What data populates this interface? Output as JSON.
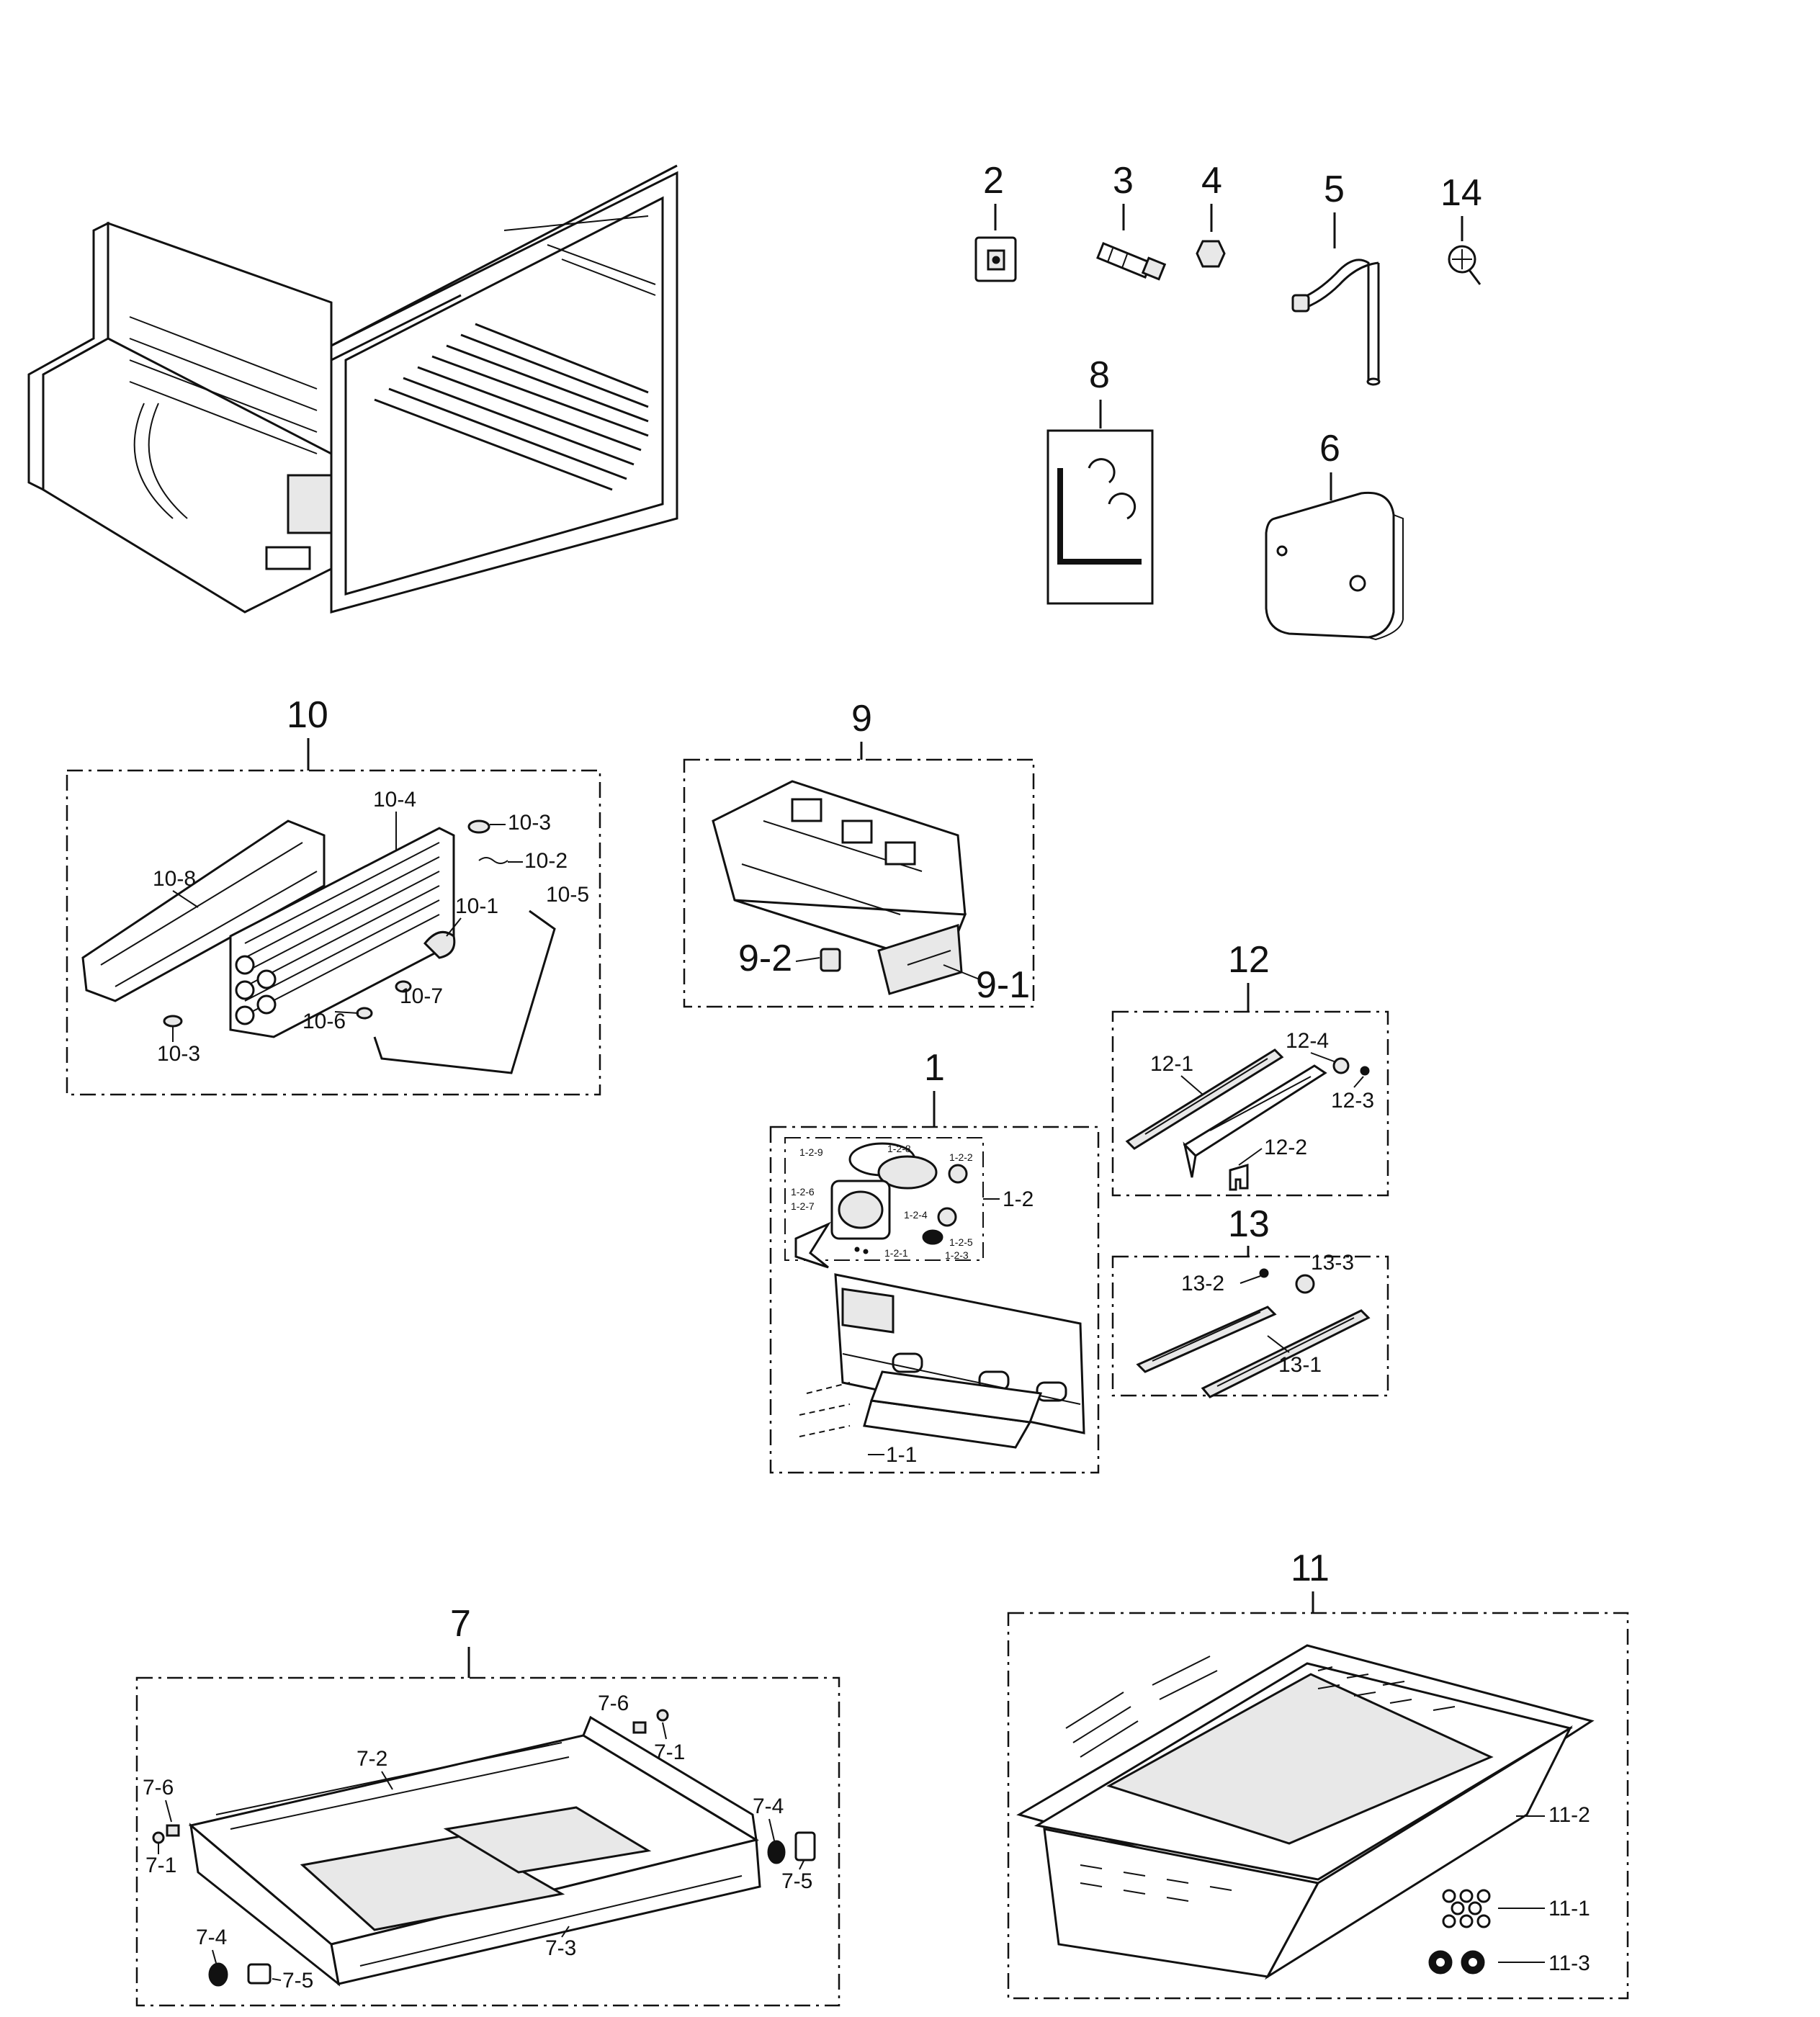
{
  "diagram": {
    "callouts": {
      "c1": "1",
      "c2": "2",
      "c3": "3",
      "c4": "4",
      "c5": "5",
      "c6": "6",
      "c7": "7",
      "c8": "8",
      "c9": "9",
      "c10": "10",
      "c11": "11",
      "c12": "12",
      "c13": "13",
      "c14": "14"
    },
    "assembly_10": {
      "l10_1": "10-1",
      "l10_2": "10-2",
      "l10_3a": "10-3",
      "l10_3b": "10-3",
      "l10_4": "10-4",
      "l10_5": "10-5",
      "l10_6": "10-6",
      "l10_7": "10-7",
      "l10_8": "10-8"
    },
    "assembly_9": {
      "l9_1": "9-1",
      "l9_2": "9-2"
    },
    "assembly_12": {
      "l12_1": "12-1",
      "l12_2": "12-2",
      "l12_3": "12-3",
      "l12_4": "12-4"
    },
    "assembly_13": {
      "l13_1": "13-1",
      "l13_2": "13-2",
      "l13_3": "13-3"
    },
    "assembly_1": {
      "l1_1": "1-1",
      "l1_2": "1-2",
      "l1_2_1": "1-2-1",
      "l1_2_2": "1-2-2",
      "l1_2_3": "1-2-3",
      "l1_2_4": "1-2-4",
      "l1_2_5": "1-2-5",
      "l1_2_6": "1-2-6",
      "l1_2_7": "1-2-7",
      "l1_2_8": "1-2-8",
      "l1_2_9": "1-2-9"
    },
    "assembly_7": {
      "l7_1a": "7-1",
      "l7_1b": "7-1",
      "l7_2": "7-2",
      "l7_3": "7-3",
      "l7_4a": "7-4",
      "l7_4b": "7-4",
      "l7_5a": "7-5",
      "l7_5b": "7-5",
      "l7_6a": "7-6",
      "l7_6b": "7-6"
    },
    "assembly_11": {
      "l11_1": "11-1",
      "l11_2": "11-2",
      "l11_3": "11-3"
    }
  }
}
